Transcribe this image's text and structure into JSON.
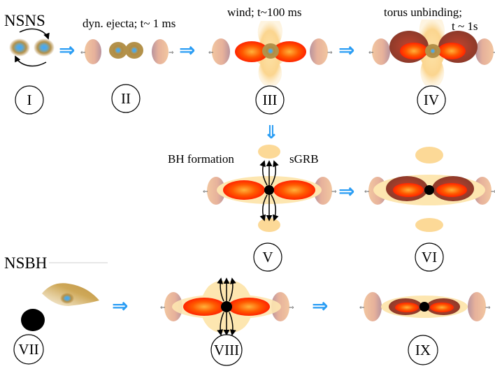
{
  "headers": {
    "nsns": "NSNS",
    "nsbh": "NSBH"
  },
  "annotations": {
    "dyn_ejecta": "dyn. ejecta; t~ 1 ms",
    "wind": "wind; t~100 ms",
    "torus_line1": "torus unbinding;",
    "torus_line2": "t ~ 1s",
    "bh_formation": "BH formation",
    "sgrb": "sGRB"
  },
  "stages": [
    "I",
    "II",
    "III",
    "IV",
    "V",
    "VI",
    "VII",
    "VIII",
    "IX"
  ],
  "colors": {
    "arrow": "#2a9df4",
    "ns_core": "#3fa7ff",
    "ns_rim": "#a87a2c",
    "ejecta": "#e3b7a0",
    "torus_hot": "#ff6a00",
    "torus_cool": "#ff2400",
    "wind": "#fce0a6",
    "unbound": "#a0342a",
    "black_hole": "#000000"
  }
}
